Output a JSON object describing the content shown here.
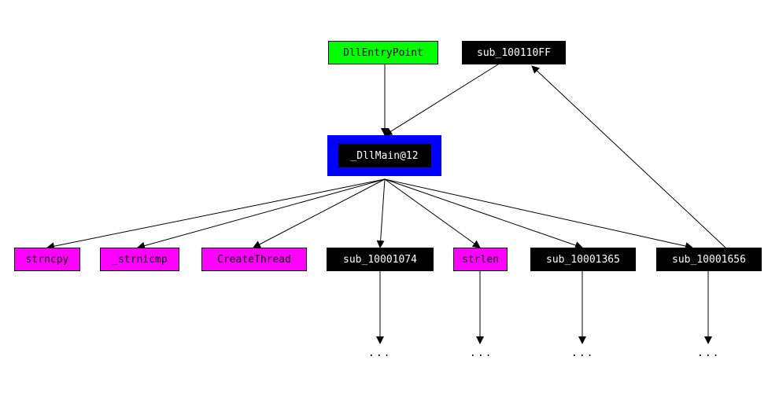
{
  "graph": {
    "nodes": {
      "entry": {
        "label": "DllEntryPoint",
        "kind": "entry"
      },
      "sub_ff": {
        "label": "sub_100110FF",
        "kind": "user"
      },
      "main": {
        "label": "_DllMain@12",
        "kind": "user",
        "highlighted": true
      },
      "strncpy": {
        "label": "strncpy",
        "kind": "import"
      },
      "strnicmp": {
        "label": "_strnicmp",
        "kind": "import"
      },
      "thread": {
        "label": "CreateThread",
        "kind": "import"
      },
      "s1074": {
        "label": "sub_10001074",
        "kind": "user"
      },
      "strlen": {
        "label": "strlen",
        "kind": "import"
      },
      "s1365": {
        "label": "sub_10001365",
        "kind": "user"
      },
      "s1656": {
        "label": "sub_10001656",
        "kind": "user"
      }
    },
    "ellipsis": "...",
    "edges": [
      [
        "entry",
        "main"
      ],
      [
        "sub_ff",
        "main"
      ],
      [
        "main",
        "strncpy"
      ],
      [
        "main",
        "strnicmp"
      ],
      [
        "main",
        "thread"
      ],
      [
        "main",
        "s1074"
      ],
      [
        "main",
        "strlen"
      ],
      [
        "main",
        "s1365"
      ],
      [
        "main",
        "s1656"
      ],
      [
        "s1656",
        "sub_ff"
      ],
      [
        "s1074",
        "more_1"
      ],
      [
        "strlen",
        "more_2"
      ],
      [
        "s1365",
        "more_3"
      ],
      [
        "s1656",
        "more_4"
      ]
    ],
    "colors": {
      "entry": "#00ff00",
      "import": "#ff00ff",
      "user": "#000000",
      "highlight_frame": "#0000ff",
      "edge": "#000000"
    }
  }
}
